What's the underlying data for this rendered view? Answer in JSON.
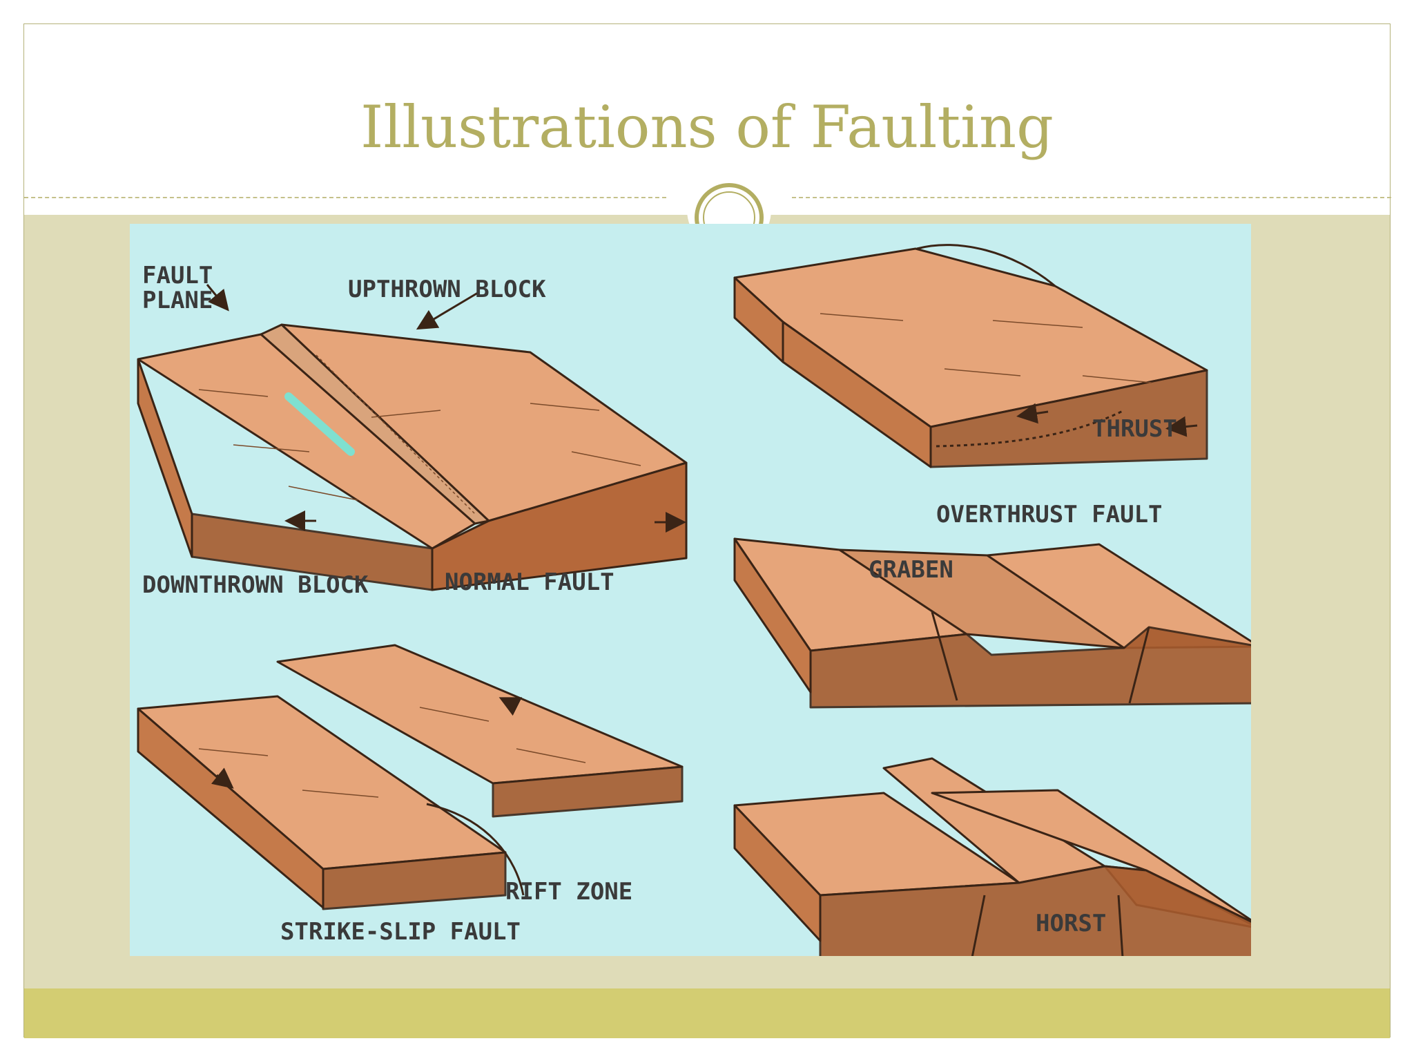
{
  "slide": {
    "title": "Illustrations of Faulting"
  },
  "figure": {
    "labels": {
      "fault_plane_1": "FAULT",
      "fault_plane_2": "PLANE",
      "upthrown_block": "UPTHROWN BLOCK",
      "downthrown_block": "DOWNTHROWN BLOCK",
      "normal_fault": "NORMAL FAULT",
      "thrust": "THRUST",
      "overthrust_fault": "OVERTHRUST FAULT",
      "graben": "GRABEN",
      "rift_zone": "RIFT ZONE",
      "strike_slip_fault": "STRIKE-SLIP FAULT",
      "horst": "HORST"
    },
    "colors": {
      "background": "#c6eeef",
      "block_top": "#e6a57a",
      "block_side": "#c57a4a",
      "block_end": "#a65b2e",
      "outline": "#3a2416",
      "river": "#7fe0d0"
    }
  }
}
